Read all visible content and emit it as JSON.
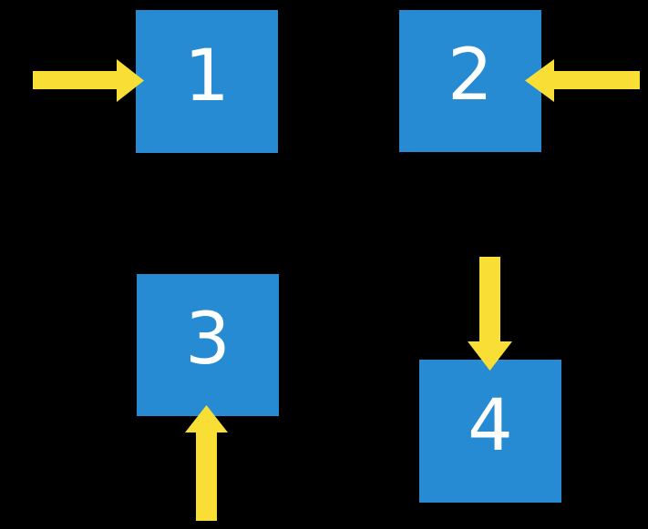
{
  "diagram": {
    "description": "Four numbered blue squares on a black background, each with a yellow arrow pointing into it from a different side",
    "colors": {
      "background": "#000000",
      "square_fill": "#268BD2",
      "arrow_fill": "#F9DF35",
      "label_text": "#FFFFFF"
    },
    "squares": [
      {
        "label": "1",
        "position": "top-left",
        "arrow_direction": "right",
        "arrow_enters_from": "left side"
      },
      {
        "label": "2",
        "position": "top-right",
        "arrow_direction": "left",
        "arrow_enters_from": "right side"
      },
      {
        "label": "3",
        "position": "bottom-left",
        "arrow_direction": "up",
        "arrow_enters_from": "bottom side"
      },
      {
        "label": "4",
        "position": "bottom-right",
        "arrow_direction": "down",
        "arrow_enters_from": "top side"
      }
    ]
  }
}
